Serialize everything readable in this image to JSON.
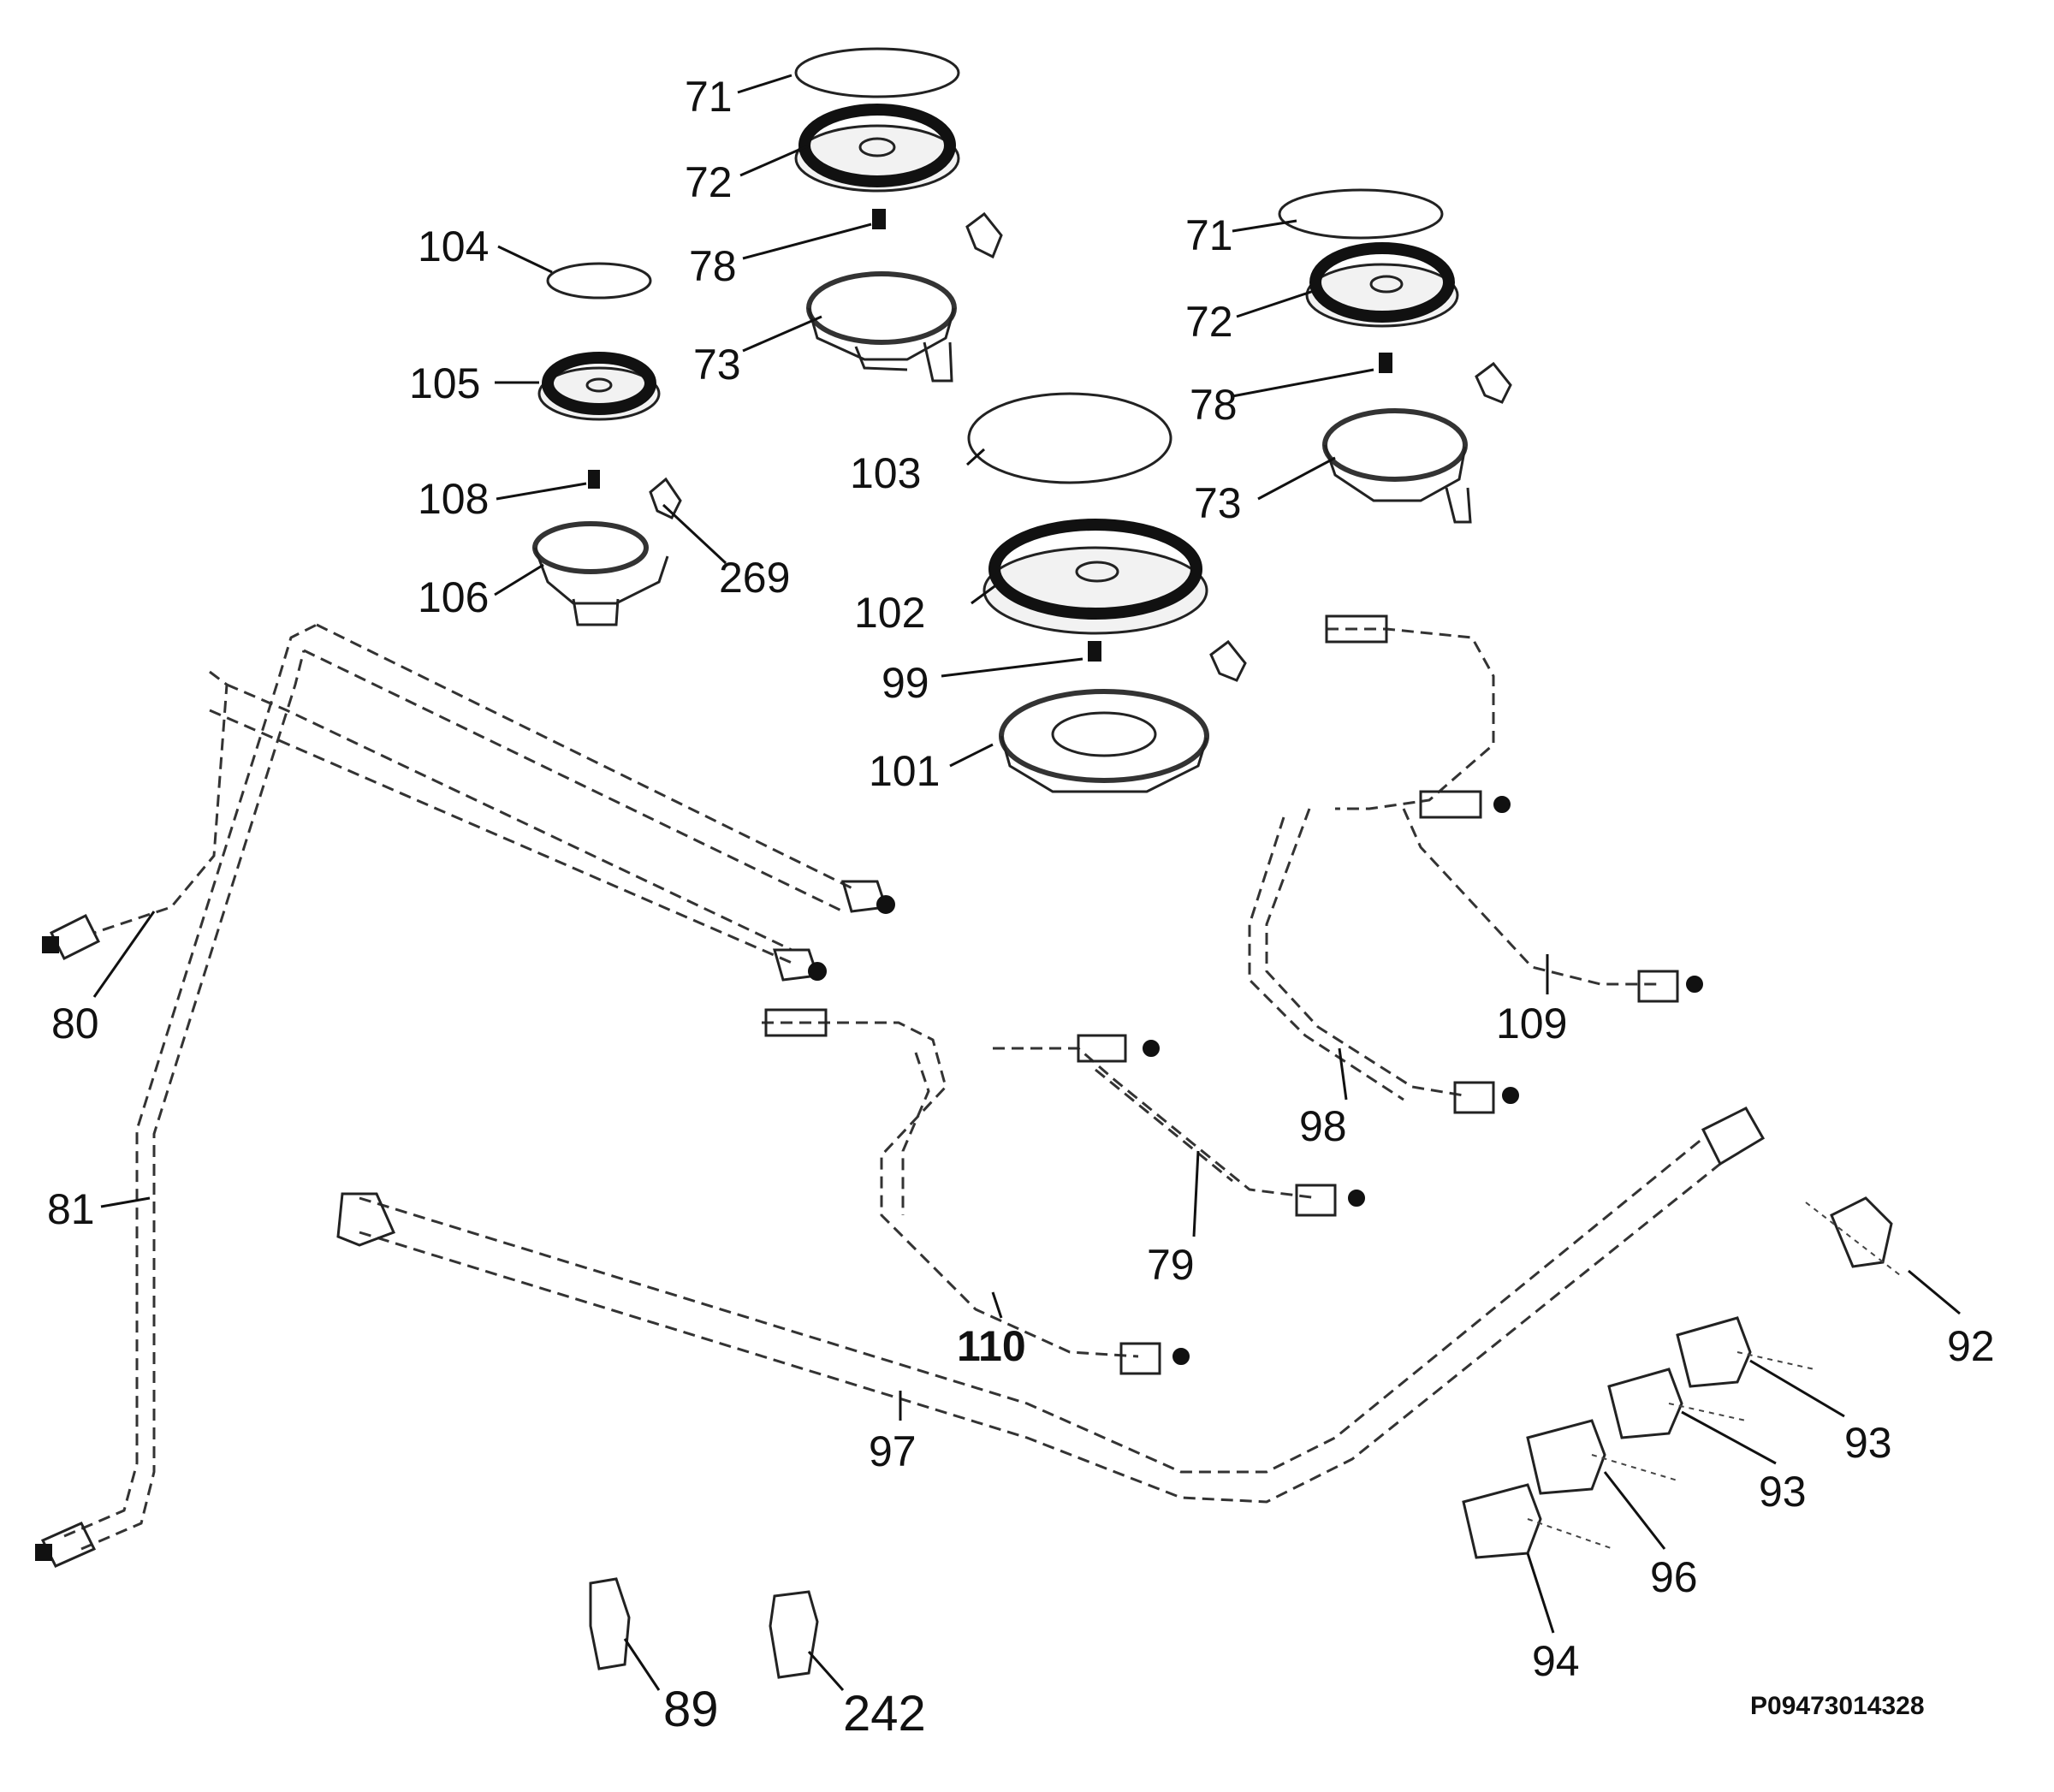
{
  "drawing_code": "P09473014328",
  "labels": {
    "l71a": "71",
    "l72a": "72",
    "l78a": "78",
    "l73a": "73",
    "l104": "104",
    "l105": "105",
    "l108": "108",
    "l106": "106",
    "l269": "269",
    "l71b": "71",
    "l72b": "72",
    "l78b": "78",
    "l73b": "73",
    "l103": "103",
    "l102": "102",
    "l99": "99",
    "l101": "101",
    "l80": "80",
    "l81": "81",
    "l109": "109",
    "l98": "98",
    "l79": "79",
    "l110": "110",
    "l97": "97",
    "l92": "92",
    "l93a": "93",
    "l93b": "93",
    "l96": "96",
    "l94": "94",
    "l89": "89",
    "l242": "242"
  }
}
